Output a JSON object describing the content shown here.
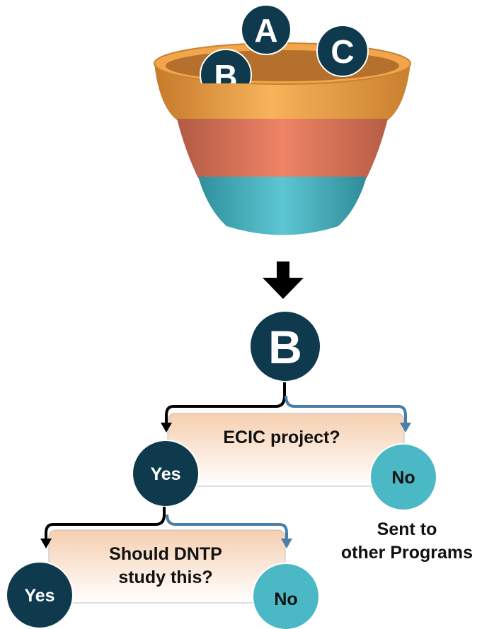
{
  "funnel": {
    "balls": [
      {
        "letter": "A"
      },
      {
        "letter": "B"
      },
      {
        "letter": "C"
      }
    ],
    "colors": {
      "top": "#f5a346",
      "middle": "#e87a5c",
      "bottom": "#49b7c3",
      "ball": "#0f3a4d"
    }
  },
  "selected": {
    "letter": "B"
  },
  "decisions": [
    {
      "question": "ECIC project?",
      "yes_label": "Yes",
      "no_label": "No",
      "no_outcome": [
        "Sent to",
        "other Programs"
      ]
    },
    {
      "question_lines": [
        "Should DNTP",
        "study this?"
      ],
      "yes_label": "Yes",
      "no_label": "No"
    }
  ],
  "colors": {
    "dark_node": "#0f3a4d",
    "light_node": "#4bb8c5",
    "decision_box": "#fbe3cf",
    "yes_arrow": "#000000",
    "no_arrow": "#4a7ea8"
  }
}
